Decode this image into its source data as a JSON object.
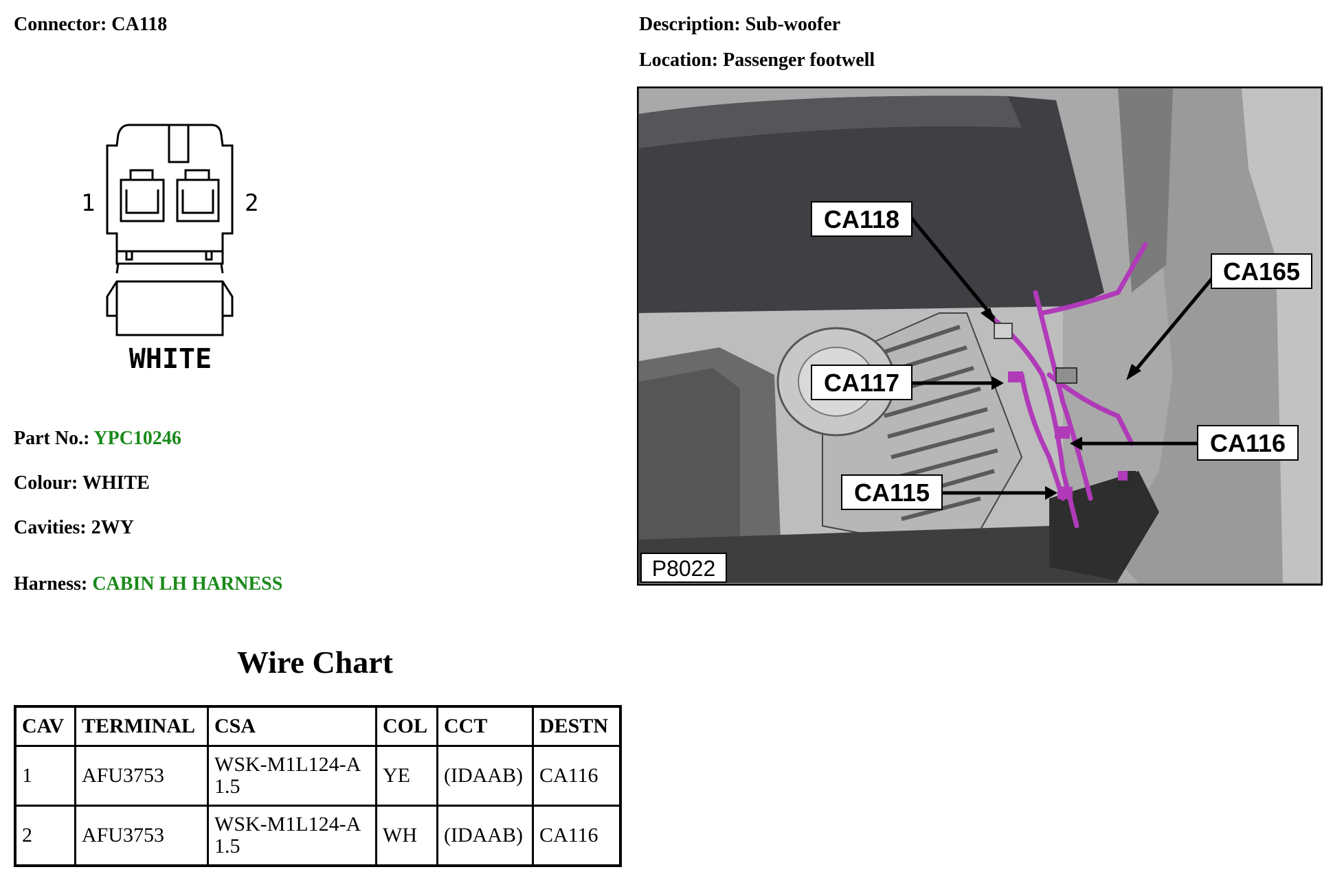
{
  "connector": {
    "label": "Connector:",
    "value": "CA118"
  },
  "description": {
    "label": "Description:",
    "value": "Sub-woofer"
  },
  "location": {
    "label": "Location:",
    "value": "Passenger footwell"
  },
  "connector_diagram": {
    "pin_left": "1",
    "pin_right": "2",
    "colour_text": "WHITE"
  },
  "part_no": {
    "label": "Part No.:",
    "value": "YPC10246"
  },
  "colour": {
    "label": "Colour:",
    "value": "WHITE"
  },
  "cavities": {
    "label": "Cavities:",
    "value": "2WY"
  },
  "harness": {
    "label": "Harness:",
    "value": "CABIN LH HARNESS"
  },
  "photo": {
    "callouts": [
      "CA118",
      "CA165",
      "CA117",
      "CA116",
      "CA115"
    ],
    "ref": "P8022"
  },
  "wire_chart": {
    "title": "Wire Chart",
    "headers": [
      "CAV",
      "TERMINAL",
      "CSA",
      "COL",
      "CCT",
      "DESTN"
    ],
    "rows": [
      {
        "cav": "1",
        "terminal": "AFU3753",
        "csa_line1": "WSK-M1L124-A",
        "csa_line2": "1.5",
        "col": "YE",
        "cct": "(IDAAB)",
        "destn": "CA116"
      },
      {
        "cav": "2",
        "terminal": "AFU3753",
        "csa_line1": "WSK-M1L124-A",
        "csa_line2": "1.5",
        "col": "WH",
        "cct": "(IDAAB)",
        "destn": "CA116"
      }
    ]
  },
  "colors": {
    "link_green": "#1a8a1a",
    "wire_magenta": "#b03ab8"
  }
}
